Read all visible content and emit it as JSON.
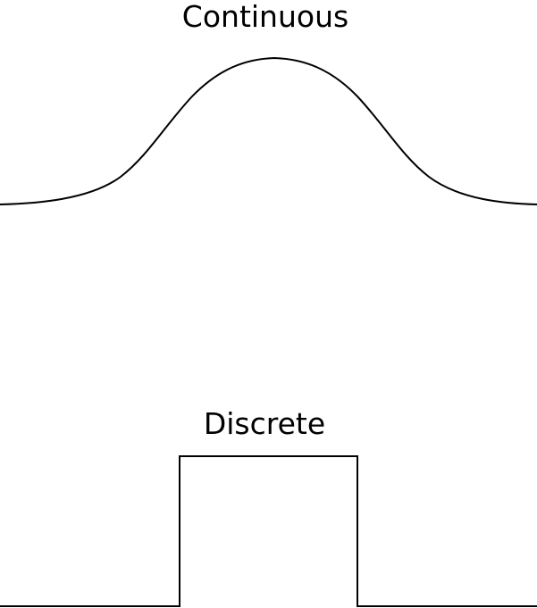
{
  "panels": {
    "continuous": {
      "label": "Continuous",
      "shape": "gaussian-bell-curve",
      "stroke_color": "#000000"
    },
    "discrete": {
      "label": "Discrete",
      "shape": "rectangular-pulse",
      "stroke_color": "#000000"
    }
  },
  "background_color": "#ffffff"
}
